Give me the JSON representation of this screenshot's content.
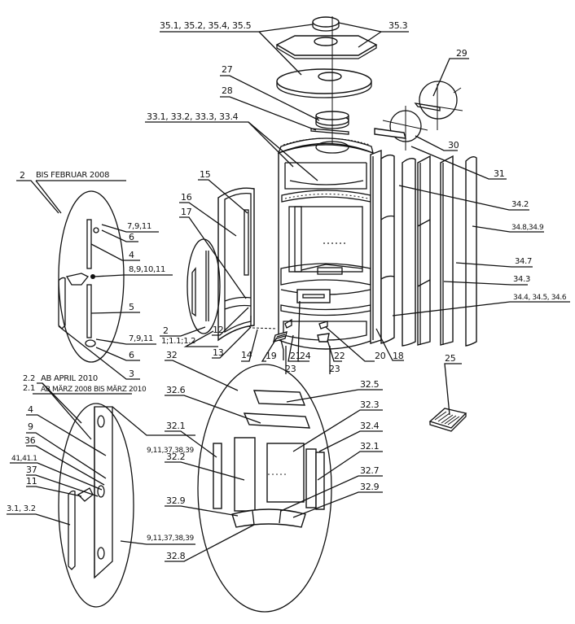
{
  "title": "Exploded parts diagram - stove",
  "labels": {
    "l35a": "35.1, 35.2, 35.4, 35.5",
    "l35_3": "35.3",
    "l27": "27",
    "l28": "28",
    "l29": "29",
    "l30": "30",
    "l31": "31",
    "l33": "33.1, 33.2, 33.3, 33.4",
    "l34_2": "34.2",
    "l34_8": "34.8,34.9",
    "l34_7": "34.7",
    "l34_3": "34.3",
    "l34_4": "34.4, 34.5, 34.6",
    "l2top": "2",
    "bis": "BIS FEBRUAR 2008",
    "l7911a": "7,9,11",
    "l6a": "6",
    "l4a": "4",
    "l891011": "8,9,10,11",
    "l5": "5",
    "l7911b": "7,9,11",
    "l6b": "6",
    "l3": "3",
    "l2mid": "2",
    "l1": "1;1.1;1.2",
    "l15": "15",
    "l16": "16",
    "l17": "17",
    "l12": "12",
    "l13": "13",
    "l14": "14",
    "l19": "19",
    "l21": "21",
    "l24": "24",
    "l23a": "23",
    "l22": "22",
    "l23b": "23",
    "l20": "20",
    "l18": "18",
    "l25": "25",
    "l2_2": "2.2",
    "ab_april": "AB APRIL 2010",
    "l2_1": "2.1",
    "ab_maerz": "AB MÄRZ 2008 BIS MÄRZ 2010",
    "l4b": "4",
    "l9": "9",
    "l36": "36",
    "l41": "41,41.1",
    "l37": "37",
    "l11": "11",
    "l3132": "3.1, 3.2",
    "l9113738a": "9,11,37,38,39",
    "l9113738b": "9,11,37,38,39",
    "l32": "32",
    "l32_6": "32.6",
    "l32_5": "32.5",
    "l32_3": "32.3",
    "l32_4": "32.4",
    "l32_1a": "32.1",
    "l32_1b": "32.1",
    "l32_2": "32.2",
    "l32_7": "32.7",
    "l32_9a": "32.9",
    "l32_9b": "32.9",
    "l32_8": "32.8"
  }
}
